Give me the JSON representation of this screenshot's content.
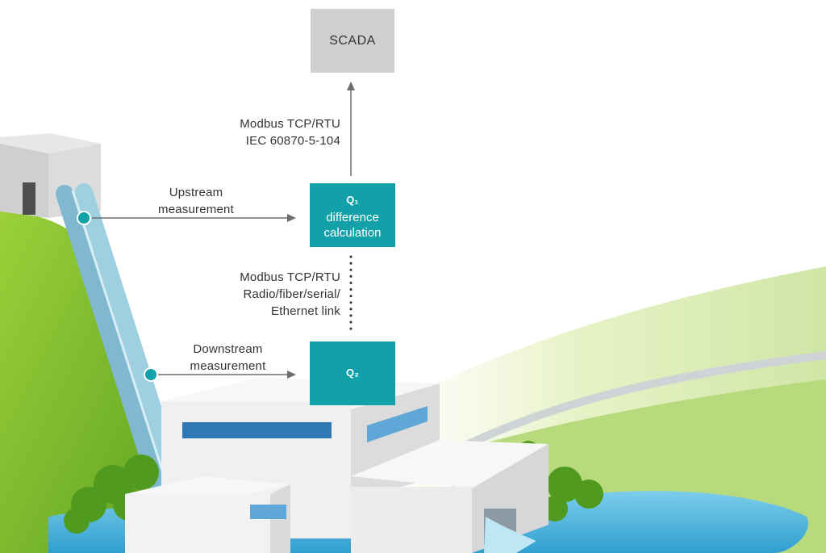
{
  "nodes": {
    "scada": {
      "label": "SCADA"
    },
    "q1": {
      "symbol": "Q₁",
      "line1": "difference",
      "line2": "calculation"
    },
    "q2": {
      "symbol": "Q₂"
    }
  },
  "links": {
    "to_scada": {
      "line1": "Modbus TCP/RTU",
      "line2": "IEC 60870-5-104"
    },
    "q2_to_q1": {
      "line1": "Modbus TCP/RTU",
      "line2": "Radio/fiber/serial/",
      "line3": "Ethernet link"
    },
    "upstream": {
      "line1": "Upstream",
      "line2": "measurement"
    },
    "downstream": {
      "line1": "Downstream",
      "line2": "measurement"
    }
  },
  "colors": {
    "teal": "#12a1a8",
    "scada_gray": "#cfcfcf",
    "hill_green": "#7cba2a",
    "water_blue": "#4bb3df",
    "pipe_blue": "#8ec8dc",
    "building_white": "#f4f4f4"
  }
}
